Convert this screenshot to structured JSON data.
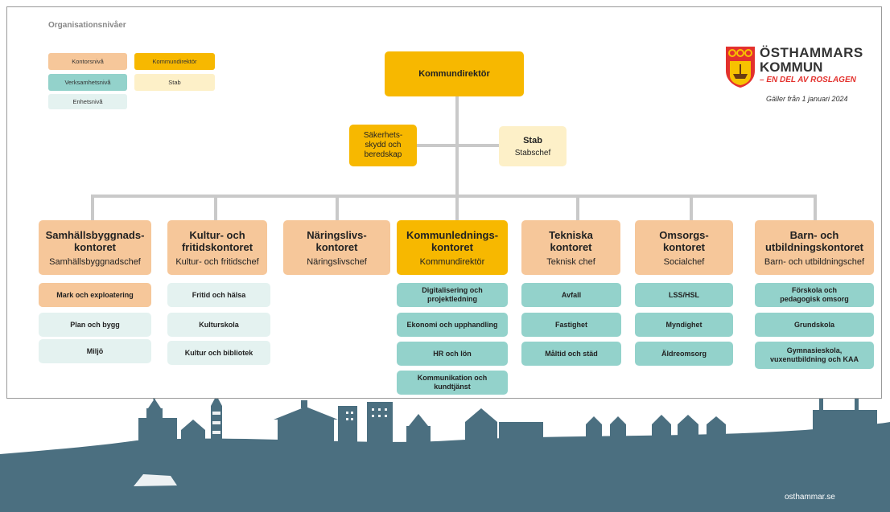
{
  "legend": {
    "title": "Organisationsnivåer",
    "kontorsniva": "Kontorsnivå",
    "kommundirektor": "Kommundirektör",
    "verksamhetsniva": "Verksamhetsnivå",
    "stab": "Stab",
    "enhetsniva": "Enhetsnivå"
  },
  "logo": {
    "line1": "ÖSTHAMMARS",
    "line2": "KOMMUN",
    "line3": "– EN DEL AV ROSLAGEN"
  },
  "valid_from": "Gäller från 1 januari 2024",
  "top": {
    "title": "Kommundirektör"
  },
  "sakerhet": {
    "title": "Säkerhets-\nskydd och\nberedskap"
  },
  "stab": {
    "title": "Stab",
    "sub": "Stabschef"
  },
  "offices": [
    {
      "title": "Samhällsbyggnads-\nkontoret",
      "sub": "Samhällsbyggnadschef",
      "units": [
        "Mark och exploatering",
        "Plan och bygg",
        "Miljö"
      ]
    },
    {
      "title": "Kultur- och\nfritidskontoret",
      "sub": "Kultur- och fritidschef",
      "units": [
        "Fritid och hälsa",
        "Kulturskola",
        "Kultur och bibliotek"
      ]
    },
    {
      "title": "Näringslivs-\nkontoret",
      "sub": "Näringslivschef",
      "units": []
    },
    {
      "title": "Kommunlednings-\nkontoret",
      "sub": "Kommundirektör",
      "units": [
        "Digitalisering och\nprojektledning",
        "Ekonomi och upphandling",
        "HR och lön",
        "Kommunikation och\nkundtjänst"
      ]
    },
    {
      "title": "Tekniska\nkontoret",
      "sub": "Teknisk chef",
      "units": [
        "Avfall",
        "Fastighet",
        "Måltid och städ"
      ]
    },
    {
      "title": "Omsorgs-\nkontoret",
      "sub": "Socialchef",
      "units": [
        "LSS/HSL",
        "Myndighet",
        "Äldreomsorg"
      ]
    },
    {
      "title": "Barn- och\nutbildningskontoret",
      "sub": "Barn- och utbildningschef",
      "units": [
        "Förskola och\npedagogisk omsorg",
        "Grundskola",
        "Gymnasieskola,\nvuxenutbildning och KAA"
      ]
    }
  ],
  "footer": {
    "url": "osthammar.se"
  },
  "colors": {
    "kontor": "#f6c79a",
    "kommundirektor": "#f7b800",
    "stab": "#fdf0c8",
    "verksamhet": "#93d2cb",
    "enhet": "#e4f2f0",
    "skyline": "#4b6f80"
  }
}
